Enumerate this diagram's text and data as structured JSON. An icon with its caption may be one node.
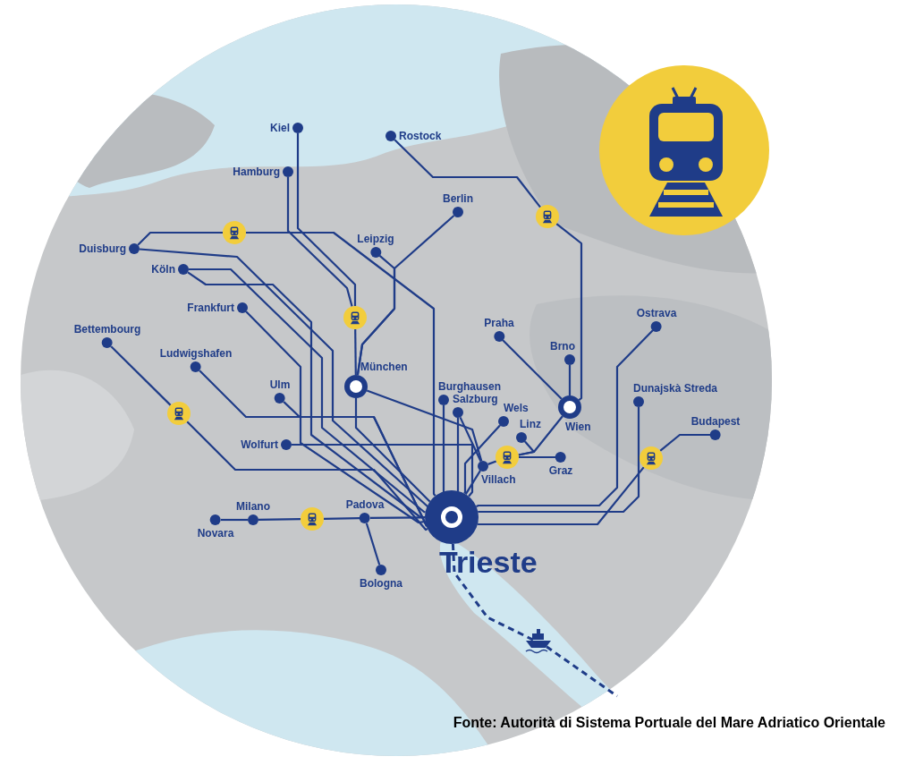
{
  "diagram": {
    "caption": "Fonte: Autorità di Sistema Portuale del Mare Adriatico Orientale",
    "nodes": [
      {
        "text": [
          "Kiel"
        ]
      },
      {
        "text": [
          "Rostock"
        ]
      },
      {
        "text": [
          "Hamburg"
        ]
      },
      {
        "text": [
          "Berlin"
        ]
      },
      {
        "text": [
          "Leipzig"
        ]
      },
      {
        "text": [
          "Duisburg"
        ]
      },
      {
        "text": [
          "Köln"
        ]
      },
      {
        "text": [
          "Frankfurt"
        ]
      },
      {
        "text": [
          "Bettembourg"
        ]
      },
      {
        "text": [
          "Ludwigshafen"
        ]
      },
      {
        "text": [
          "Ulm"
        ]
      },
      {
        "text": [
          "Wolfurt"
        ]
      },
      {
        "text": [
          "München"
        ]
      },
      {
        "text": [
          "Praha"
        ]
      },
      {
        "text": [
          "Brno"
        ]
      },
      {
        "text": [
          "Wien"
        ]
      },
      {
        "text": [
          "Ostrava"
        ]
      },
      {
        "text": [
          "Burghausen"
        ]
      },
      {
        "text": [
          "Salzburg"
        ]
      },
      {
        "text": [
          "Wels"
        ]
      },
      {
        "text": [
          "Linz"
        ]
      },
      {
        "text": [
          "Dunajskà Streda"
        ]
      },
      {
        "text": [
          "Budapest"
        ]
      },
      {
        "text": [
          "Graz"
        ]
      },
      {
        "text": [
          "Villach"
        ]
      },
      {
        "text": [
          "Milano"
        ]
      },
      {
        "text": [
          "Padova"
        ]
      },
      {
        "text": [
          "Novara"
        ]
      },
      {
        "text": [
          "Trieste"
        ]
      },
      {
        "text": [
          "Bologna"
        ]
      },
      {
        "text": [],
        "shape": "circle"
      },
      {
        "text": [],
        "shape": "circle"
      },
      {
        "text": [],
        "shape": "circle"
      },
      {
        "text": [],
        "shape": "circle"
      },
      {
        "text": [],
        "shape": "circle"
      },
      {
        "text": [],
        "shape": "circle"
      },
      {
        "text": [],
        "shape": "circle"
      }
    ],
    "edges": [
      {
        "from": 0,
        "to": 32,
        "arrow": "none"
      },
      {
        "from": 2,
        "to": 32,
        "arrow": "none"
      },
      {
        "from": 32,
        "to": 12,
        "arrow": "none"
      },
      {
        "from": 4,
        "to": 12,
        "arrow": "none"
      },
      {
        "from": 3,
        "to": 12,
        "arrow": "none"
      },
      {
        "from": 1,
        "to": 30,
        "arrow": "none"
      },
      {
        "from": 30,
        "to": 15,
        "arrow": "none"
      },
      {
        "from": 13,
        "to": 15,
        "arrow": "none"
      },
      {
        "from": 14,
        "to": 15,
        "arrow": "none"
      },
      {
        "from": 5,
        "to": 31,
        "arrow": "none"
      },
      {
        "from": 31,
        "to": 28,
        "arrow": "none"
      },
      {
        "from": 5,
        "to": 28,
        "arrow": "none"
      },
      {
        "from": 6,
        "to": 28,
        "arrow": "none"
      },
      {
        "from": 6,
        "to": 28,
        "arrow": "none"
      },
      {
        "from": 7,
        "to": 28,
        "arrow": "none"
      },
      {
        "from": 9,
        "to": 28,
        "arrow": "none"
      },
      {
        "from": 10,
        "to": 28,
        "arrow": "none"
      },
      {
        "from": 8,
        "to": 33,
        "arrow": "none"
      },
      {
        "from": 33,
        "to": 28,
        "arrow": "none"
      },
      {
        "from": 11,
        "to": 28,
        "arrow": "none"
      },
      {
        "from": 12,
        "to": 28,
        "arrow": "none"
      },
      {
        "from": 12,
        "to": 24,
        "arrow": "none"
      },
      {
        "from": 17,
        "to": 28,
        "arrow": "none"
      },
      {
        "from": 18,
        "to": 28,
        "arrow": "none"
      },
      {
        "from": 18,
        "to": 24,
        "arrow": "none"
      },
      {
        "from": 19,
        "to": 28,
        "arrow": "none"
      },
      {
        "from": 20,
        "to": 34,
        "arrow": "none"
      },
      {
        "from": 15,
        "to": 34,
        "arrow": "none"
      },
      {
        "from": 23,
        "to": 34,
        "arrow": "none"
      },
      {
        "from": 34,
        "to": 24,
        "arrow": "none"
      },
      {
        "from": 24,
        "to": 28,
        "arrow": "none"
      },
      {
        "from": 16,
        "to": 28,
        "arrow": "none"
      },
      {
        "from": 21,
        "to": 28,
        "arrow": "none"
      },
      {
        "from": 22,
        "to": 35,
        "arrow": "none"
      },
      {
        "from": 35,
        "to": 28,
        "arrow": "none"
      },
      {
        "from": 27,
        "to": 25,
        "arrow": "none"
      },
      {
        "from": 25,
        "to": 36,
        "arrow": "none"
      },
      {
        "from": 36,
        "to": 26,
        "arrow": "none"
      },
      {
        "from": 26,
        "to": 28,
        "arrow": "none"
      },
      {
        "from": 26,
        "to": 29,
        "arrow": "none"
      },
      {
        "from": 28,
        "to": null,
        "arrow": "none",
        "style": "dashed"
      }
    ]
  }
}
